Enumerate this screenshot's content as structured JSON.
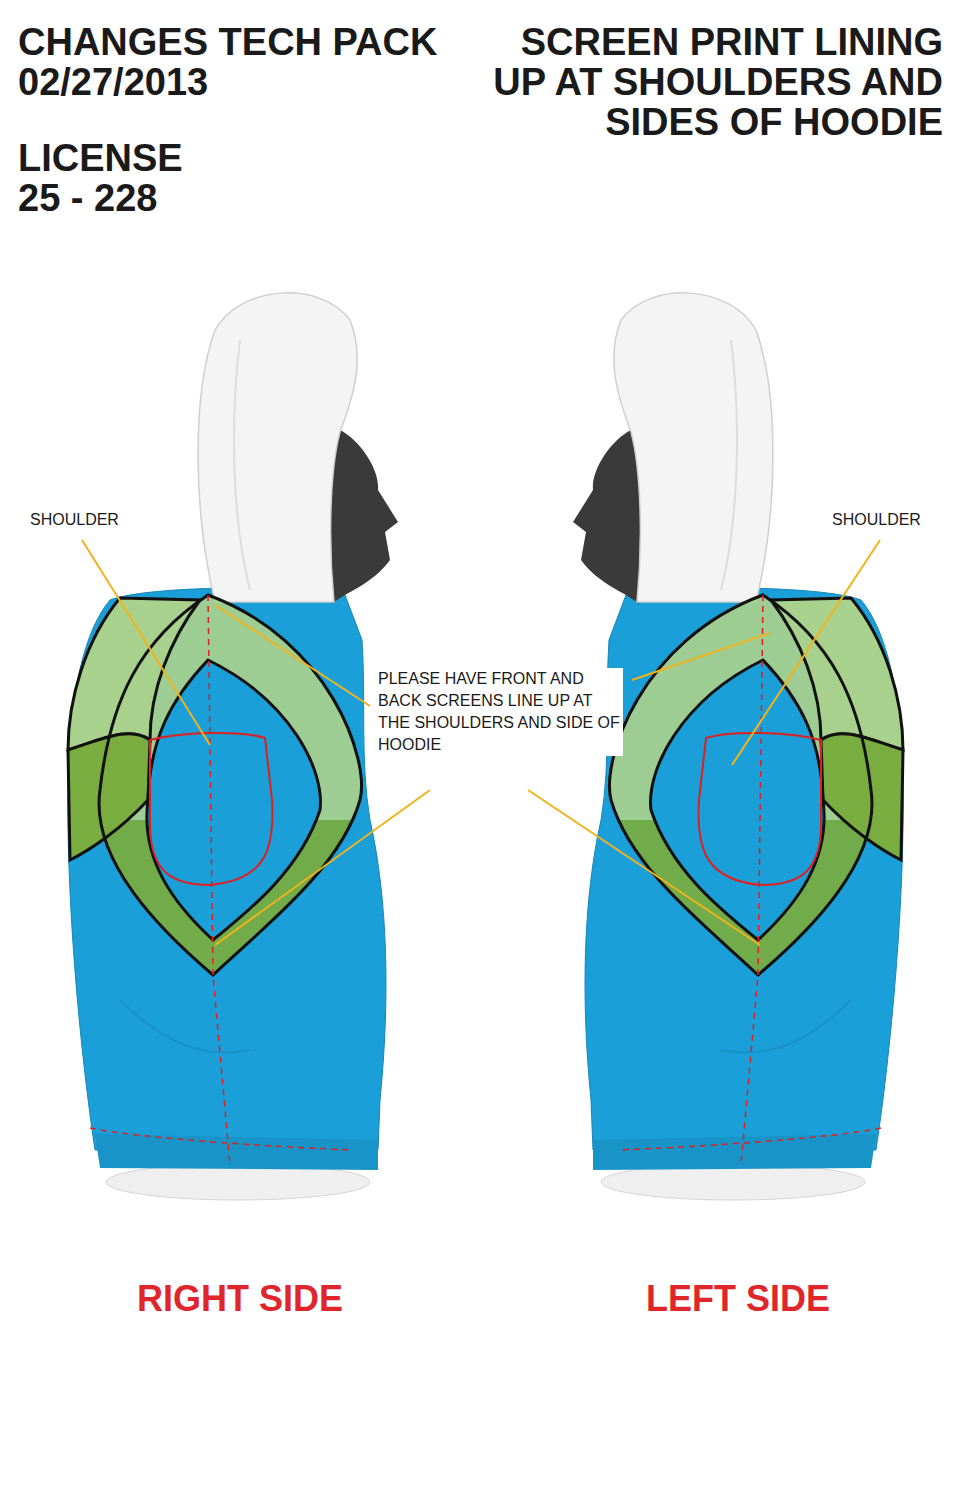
{
  "diagram": {
    "title": "CHANGES TECH PACK 02/27/2013",
    "labels": [
      "LICENSE 25 - 228",
      "SCREEN PRINT LINING UP AT SHOULDERS AND SIDES OF HOODIE",
      "SHOULDER",
      "PLEASE HAVE FRONT AND BACK SCREENS LINE UP AT THE SHOULDERS AND SIDE OF HOODIE",
      "SHOULDER",
      "RIGHT SIDE",
      "LEFT SIDE"
    ]
  }
}
